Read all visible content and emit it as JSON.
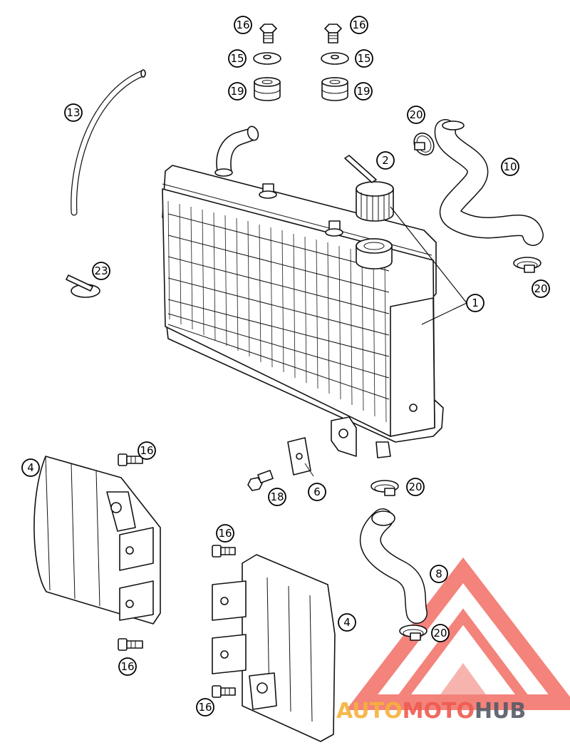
{
  "callouts": [
    {
      "id": "c16a",
      "label": "16"
    },
    {
      "id": "c16b",
      "label": "16"
    },
    {
      "id": "c15a",
      "label": "15"
    },
    {
      "id": "c15b",
      "label": "15"
    },
    {
      "id": "c19a",
      "label": "19"
    },
    {
      "id": "c19b",
      "label": "19"
    },
    {
      "id": "c13",
      "label": "13"
    },
    {
      "id": "c20a",
      "label": "20"
    },
    {
      "id": "c10",
      "label": "10"
    },
    {
      "id": "c2",
      "label": "2"
    },
    {
      "id": "c23",
      "label": "23"
    },
    {
      "id": "c20b",
      "label": "20"
    },
    {
      "id": "c1",
      "label": "1"
    },
    {
      "id": "c4a",
      "label": "4"
    },
    {
      "id": "c16c",
      "label": "16"
    },
    {
      "id": "c6",
      "label": "6"
    },
    {
      "id": "c18",
      "label": "18"
    },
    {
      "id": "c20c",
      "label": "20"
    },
    {
      "id": "c16d",
      "label": "16"
    },
    {
      "id": "c8",
      "label": "8"
    },
    {
      "id": "c4b",
      "label": "4"
    },
    {
      "id": "c20d",
      "label": "20"
    },
    {
      "id": "c16e",
      "label": "16"
    },
    {
      "id": "c16f",
      "label": "16"
    }
  ],
  "watermark": {
    "part1": "AUTO",
    "part2": "MOTO",
    "part3": "HUB",
    "colors": {
      "auto": "#f6b23a",
      "moto": "#ef5a4f",
      "hub": "#555a66",
      "logo": "#ef5a4f"
    }
  }
}
